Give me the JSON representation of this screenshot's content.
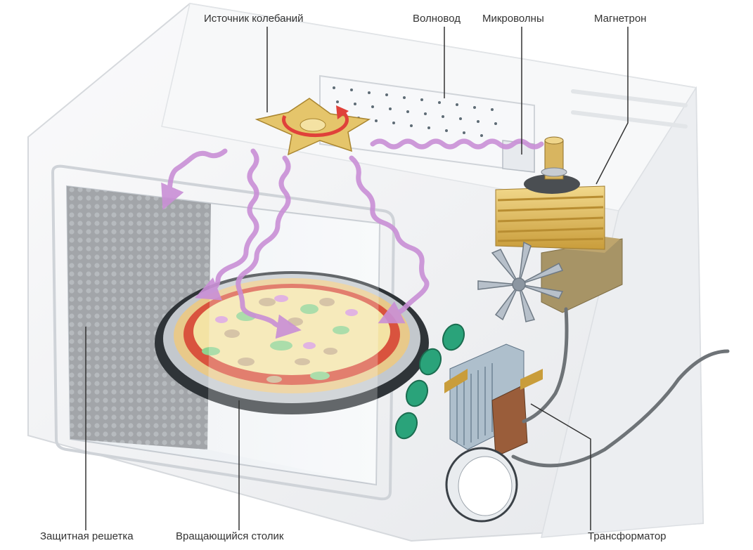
{
  "labels": {
    "oscillator": "Источник колебаний",
    "waveguide": "Волновод",
    "microwaves": "Микроволны",
    "magnetron": "Магнетрон",
    "mesh": "Защитная решетка",
    "turntable": "Вращающийся столик",
    "transformer": "Трансформатор"
  },
  "colors": {
    "body": "#f2f3f5",
    "wave": "#c98fd6",
    "pizza_crust": "#e8c98a",
    "sauce": "#d9533e",
    "magnetron_fins": "#e0bd63",
    "buttons": "#2aa37a",
    "callout_line": "#333333"
  }
}
